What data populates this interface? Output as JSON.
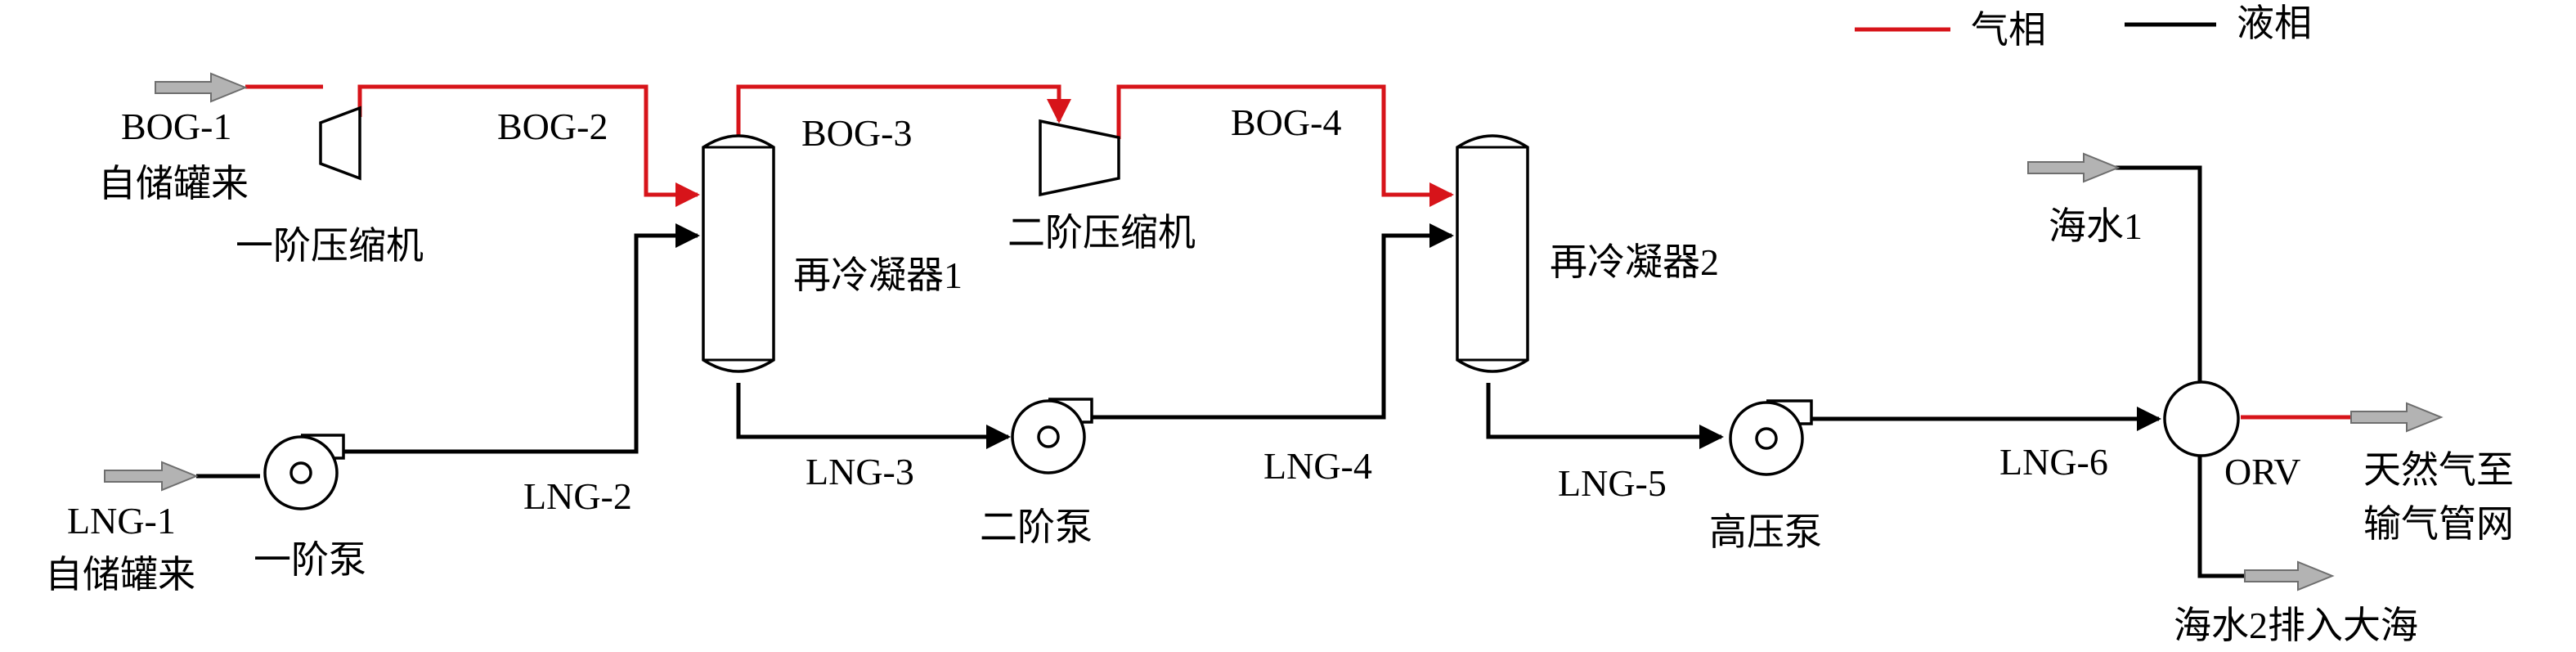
{
  "legend": {
    "gas": "气相",
    "liquid": "液相",
    "gas_color": "#d7141a",
    "liquid_color": "#000000"
  },
  "streams": {
    "bog1": "BOG-1",
    "bog1_src": "自储罐来",
    "bog2": "BOG-2",
    "bog3": "BOG-3",
    "bog4": "BOG-4",
    "lng1": "LNG-1",
    "lng1_src": "自储罐来",
    "lng2": "LNG-2",
    "lng3": "LNG-3",
    "lng4": "LNG-4",
    "lng5": "LNG-5",
    "lng6": "LNG-6",
    "seawater1": "海水1",
    "seawater2": "海水2排入大海",
    "ng_out_1": "天然气至",
    "ng_out_2": "输气管网"
  },
  "equipment": {
    "compressor1": "一阶压缩机",
    "compressor2": "二阶压缩机",
    "recondenser1": "再冷凝器1",
    "recondenser2": "再冷凝器2",
    "pump1": "一阶泵",
    "pump2": "二阶泵",
    "hp_pump": "高压泵",
    "orv": "ORV"
  }
}
